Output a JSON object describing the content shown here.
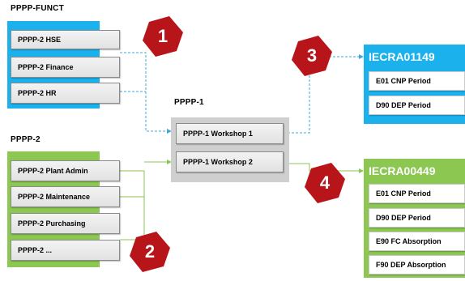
{
  "funct_group": {
    "title": "PPPP-FUNCT",
    "items": [
      "PPPP-2 HSE",
      "PPPP-2 Finance",
      "PPPP-2 HR"
    ]
  },
  "pppp2_group": {
    "title": "PPPP-2",
    "items": [
      "PPPP-2 Plant Admin",
      "PPPP-2 Maintenance",
      "PPPP-2 Purchasing",
      "PPPP-2 ..."
    ]
  },
  "pppp1_group": {
    "title": "PPPP-1",
    "items": [
      "PPPP-1 Workshop 1",
      "PPPP-1 Workshop 2"
    ]
  },
  "iecra_blue": {
    "title": "IECRA01149",
    "items": [
      "E01 CNP Period",
      "D90 DEP Period"
    ]
  },
  "iecra_green": {
    "title": "IECRA00449",
    "items": [
      "E01 CNP Period",
      "D90 DEP Period",
      "E90 FC Absorption",
      "F90 DEP Absorption"
    ]
  },
  "markers": [
    "1",
    "2",
    "3",
    "4"
  ],
  "colors": {
    "blue": "#1ab1ec",
    "green": "#8bc751",
    "hexagon": "#b8151a",
    "dashed_link": "#3fa8d8",
    "green_link": "#8bc751"
  }
}
